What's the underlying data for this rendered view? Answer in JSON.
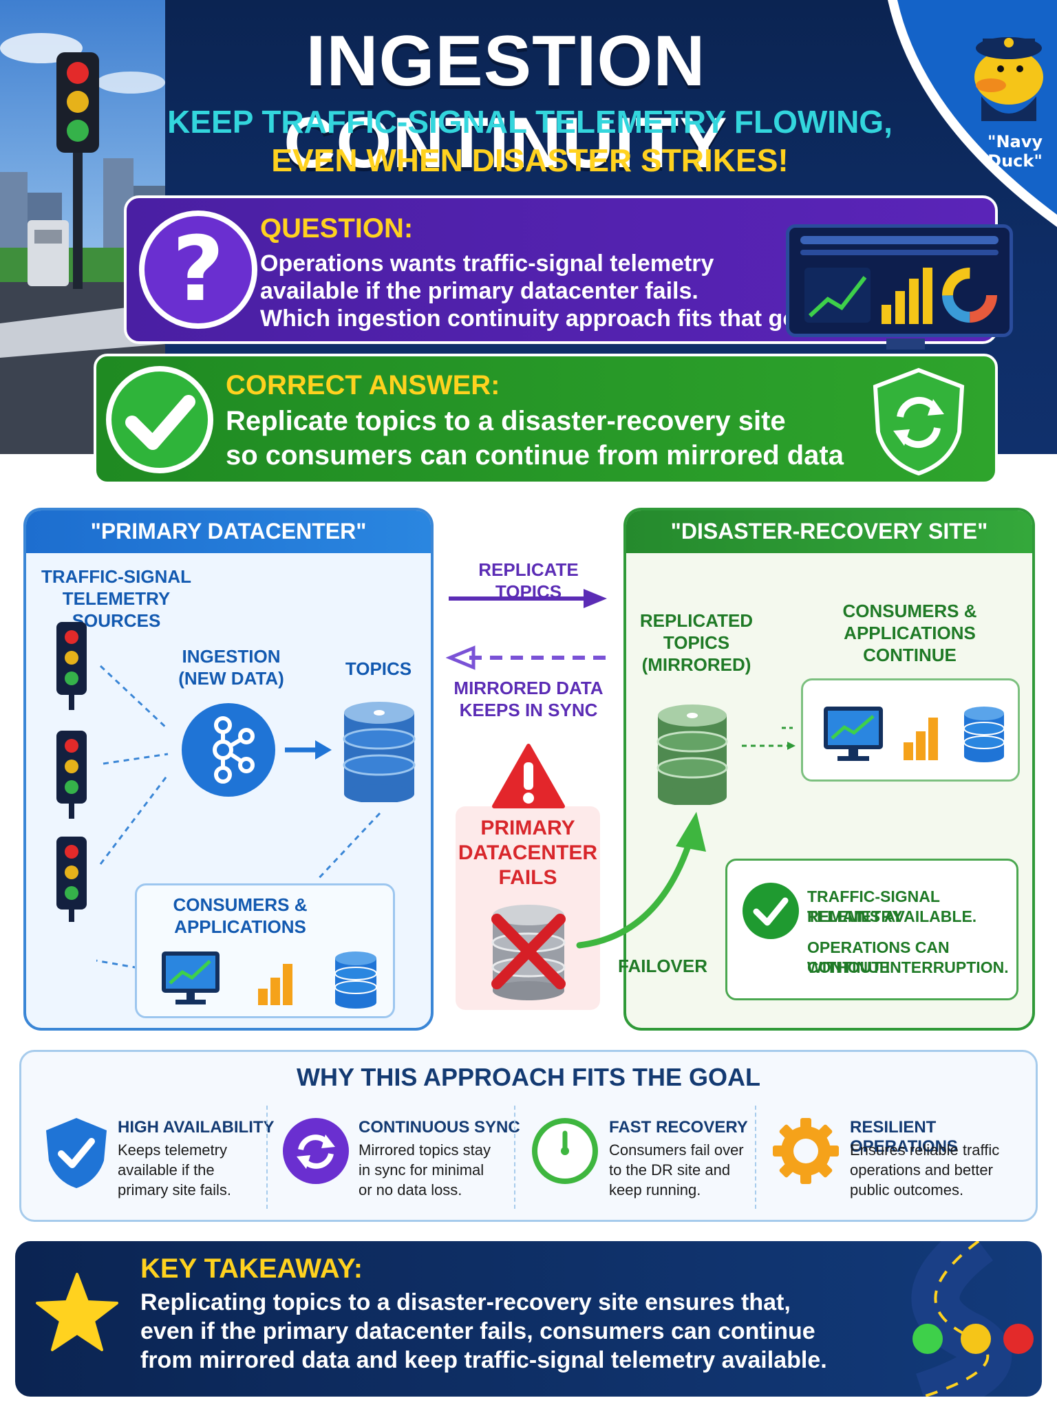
{
  "header": {
    "title": "INGESTION CONTINUITY",
    "subtitle_line1": "KEEP TRAFFIC-SIGNAL TELEMETRY FLOWING,",
    "subtitle_line2": "EVEN WHEN DISASTER STRIKES!",
    "mascot_line1": "\"Navy",
    "mascot_line2": "Duck\""
  },
  "question": {
    "label": "QUESTION:",
    "mark": "?",
    "lines": [
      "Operations wants traffic-signal telemetry",
      "available if the primary datacenter fails.",
      "Which ingestion continuity approach fits that goal?"
    ]
  },
  "answer": {
    "label": "CORRECT ANSWER:",
    "lines": [
      "Replicate topics to a disaster-recovery site",
      "so consumers can continue from mirrored data"
    ]
  },
  "diagram": {
    "primary": {
      "title": "\"PRIMARY DATACENTER\"",
      "sources_line1": "TRAFFIC-SIGNAL",
      "sources_line2": "TELEMETRY SOURCES",
      "ingestion_line1": "INGESTION",
      "ingestion_line2": "(NEW DATA)",
      "topics": "TOPICS",
      "consumers_line1": "CONSUMERS &",
      "consumers_line2": "APPLICATIONS"
    },
    "middle": {
      "replicate": "REPLICATE TOPICS",
      "mirrored_line1": "MIRRORED DATA",
      "mirrored_line2": "KEEPS IN SYNC",
      "fails_line1": "PRIMARY",
      "fails_line2": "DATACENTER",
      "fails_line3": "FAILS",
      "failover": "FAILOVER"
    },
    "dr": {
      "title": "\"DISASTER-RECOVERY SITE\"",
      "replicated_line1": "REPLICATED",
      "replicated_line2": "TOPICS",
      "replicated_line3": "(MIRRORED)",
      "consumers_line1": "CONSUMERS &",
      "consumers_line2": "APPLICATIONS",
      "consumers_line3": "CONTINUE",
      "result_line1": "TRAFFIC-SIGNAL TELEMETRY",
      "result_line2": "REMAINS AVAILABLE.",
      "result_line3": "OPERATIONS CAN CONTINUE",
      "result_line4": "WITHOUT INTERRUPTION."
    }
  },
  "why": {
    "title": "WHY THIS APPROACH FITS THE GOAL",
    "items": [
      {
        "icon": "shield-check-icon",
        "heading": "HIGH AVAILABILITY",
        "lines": [
          "Keeps telemetry",
          "available if the",
          "primary site fails."
        ]
      },
      {
        "icon": "sync-icon",
        "heading": "CONTINUOUS SYNC",
        "lines": [
          "Mirrored topics stay",
          "in sync for minimal",
          "or no data loss."
        ]
      },
      {
        "icon": "clock-icon",
        "heading": "FAST RECOVERY",
        "lines": [
          "Consumers fail over",
          "to the DR site and",
          "keep running."
        ]
      },
      {
        "icon": "gear-icon",
        "heading": "RESILIENT OPERATIONS",
        "lines": [
          "Ensures reliable traffic",
          "operations and better",
          "public outcomes."
        ]
      }
    ]
  },
  "takeaway": {
    "label": "KEY TAKEAWAY:",
    "lines": [
      "Replicating topics to a disaster-recovery site ensures that,",
      "even if the primary datacenter fails, consumers can continue",
      "from mirrored data and keep traffic-signal telemetry available."
    ]
  },
  "colors": {
    "navy": "#0b2452",
    "primary_blue": "#1d6ecf",
    "dr_green": "#2f9a38",
    "purple": "#5b2cb5",
    "alert_red": "#d8262b",
    "accent_yellow": "#ffd21f",
    "accent_cyan": "#33d6dd"
  }
}
